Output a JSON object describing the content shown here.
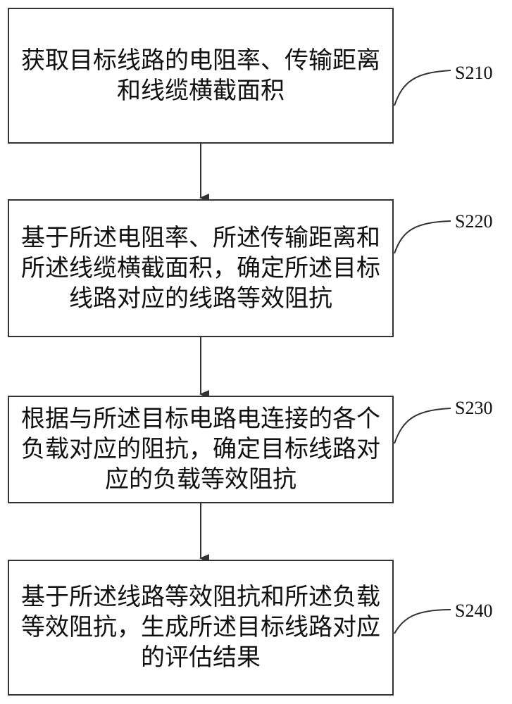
{
  "flowchart": {
    "steps": [
      {
        "id": "S210",
        "text": "获取目标线路的电阻率、传输距离和线缆横截面积"
      },
      {
        "id": "S220",
        "text": "基于所述电阻率、所述传输距离和所述线缆横截面积，确定所述目标线路对应的线路等效阻抗"
      },
      {
        "id": "S230",
        "text": "根据与所述目标电路电连接的各个负载对应的阻抗，确定目标线路对应的负载等效阻抗"
      },
      {
        "id": "S240",
        "text": "基于所述线路等效阻抗和所述负载等效阻抗，生成所述目标线路对应的评估结果"
      }
    ]
  }
}
